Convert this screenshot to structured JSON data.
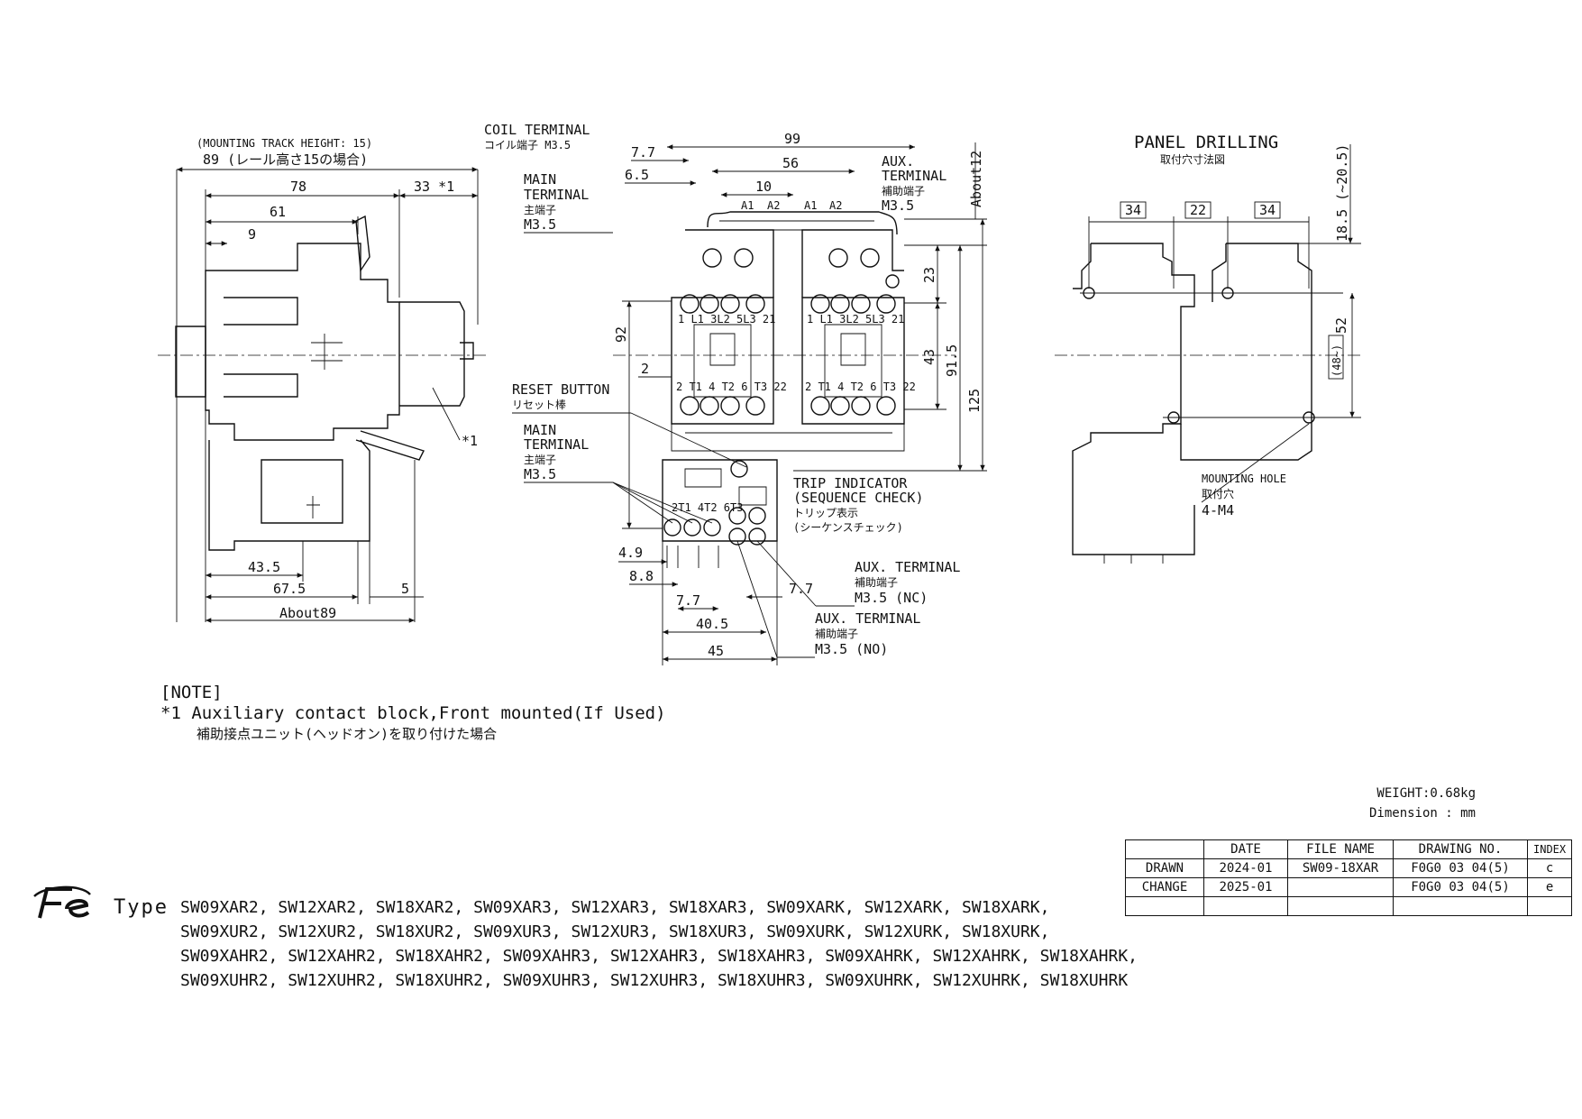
{
  "side_view": {
    "mounting_track_height": "(MOUNTING TRACK HEIGHT: 15)",
    "d89_label": "89 (レール高さ15の場合)",
    "d78": "78",
    "d33": "33 *1",
    "d61": "61",
    "d9": "9",
    "d43_5": "43.5",
    "d67_5": "67.5",
    "d5": "5",
    "about89": "About89",
    "star1": "*1"
  },
  "front_view": {
    "coil_terminal": "COIL TERMINAL",
    "coil_terminal_jp": "コイル端子 M3.5",
    "main_terminal": "MAIN",
    "main_terminal2": "TERMINAL",
    "main_terminal_jp": "主端子",
    "main_m35": "M3.5",
    "aux_terminal": "AUX.",
    "aux_terminal2": "TERMINAL",
    "aux_terminal_jp": "補助端子",
    "aux_m35": "M3.5",
    "about12": "About12",
    "reset_button": "RESET BUTTON",
    "reset_button_jp": "リセット棒",
    "main_terminal_b": "MAIN",
    "main_terminal_b2": "TERMINAL",
    "main_terminal_b_jp": "主端子",
    "main_b_m35": "M3.5",
    "trip_indicator": "TRIP INDICATOR",
    "sequence_check": "(SEQUENCE CHECK)",
    "trip_jp": "トリップ表示",
    "sequence_jp": "(シーケンスチェック)",
    "aux_nc": "AUX. TERMINAL",
    "aux_nc_jp": "補助端子",
    "aux_nc_m": "M3.5 (NC)",
    "aux_no": "AUX. TERMINAL",
    "aux_no_jp": "補助端子",
    "aux_no_m": "M3.5 (NO)",
    "d99": "99",
    "d7_7": "7.7",
    "d56": "56",
    "d6_5": "6.5",
    "d10": "10",
    "d92": "92",
    "d2": "2",
    "d23": "23",
    "d43": "43",
    "d91_5": "91.5",
    "d125": "125",
    "d4_9": "4.9",
    "d8_8": "8.8",
    "d7_7b": "7.7",
    "d7_7c": "7.7",
    "d40_5": "40.5",
    "d45": "45",
    "a1": "A1",
    "a2": "A2",
    "top_terminals": "1 L1  3L2 5L3 21",
    "bot_terminals": "2 T1  4 T2 6 T3  22",
    "ol_terminals": "2T1 4T2 6T3"
  },
  "panel_drilling": {
    "title": "PANEL DRILLING",
    "title_jp": "取付穴寸法図",
    "d34a": "34",
    "d22": "22",
    "d34b": "34",
    "d18_5": "18.5 (~20.5)",
    "d52": "52",
    "d48": "(48~)",
    "mounting_hole": "MOUNTING HOLE",
    "mounting_hole_jp": "取付穴",
    "mounting_hole_spec": "4-M4"
  },
  "note": {
    "heading": "[NOTE]",
    "line1": "*1  Auxiliary contact block,Front mounted(If Used)",
    "line2": "補助接点ユニット(ヘッドオン)を取り付けた場合"
  },
  "weight": "WEIGHT:0.68kg",
  "dimension_unit": "Dimension : mm",
  "title_block": {
    "headers": [
      "",
      "DATE",
      "FILE NAME",
      "DRAWING NO.",
      "INDEX"
    ],
    "rows": [
      [
        "DRAWN",
        "2024-01",
        "SW09-18XAR",
        "F0G0 03 04(5)",
        "c"
      ],
      [
        "CHANGE",
        "2025-01",
        "",
        "F0G0 03 04(5)",
        "e"
      ],
      [
        "",
        "",
        "",
        "",
        ""
      ]
    ]
  },
  "type_label": "Type",
  "types": [
    "SW09XAR2, SW12XAR2, SW18XAR2, SW09XAR3, SW12XAR3, SW18XAR3, SW09XARK, SW12XARK, SW18XARK,",
    "SW09XUR2, SW12XUR2, SW18XUR2, SW09XUR3, SW12XUR3, SW18XUR3, SW09XURK, SW12XURK, SW18XURK,",
    "SW09XAHR2, SW12XAHR2, SW18XAHR2, SW09XAHR3, SW12XAHR3, SW18XAHR3, SW09XAHRK, SW12XAHRK, SW18XAHRK,",
    "SW09XUHR2, SW12XUHR2, SW18XUHR2, SW09XUHR3, SW12XUHR3, SW18XUHR3, SW09XUHRK, SW12XUHRK, SW18XUHRK"
  ]
}
